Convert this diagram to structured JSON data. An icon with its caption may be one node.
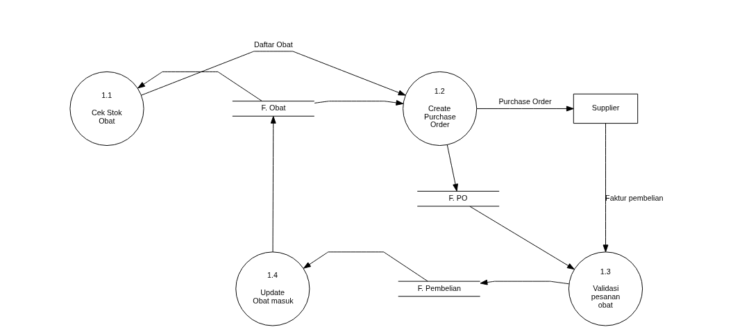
{
  "diagram": {
    "nodes": [
      {
        "text": [
          "1.1",
          "Cek Stok Obat"
        ]
      },
      {
        "text": [
          "F. Obat"
        ]
      },
      {
        "text": [
          "1.2",
          "Create Purchase Order"
        ]
      },
      {
        "text": [
          "Supplier"
        ]
      },
      {
        "text": [
          "F. PO"
        ]
      },
      {
        "text": [
          "1.3",
          "Validasi pesanan obat"
        ]
      },
      {
        "text": [
          "F. Pembelian"
        ]
      },
      {
        "text": [
          "1.4",
          "Update Obat masuk"
        ]
      }
    ],
    "edges": [
      {
        "from": 0,
        "to": 2,
        "arrow": "to",
        "label": "Daftar Obat"
      },
      {
        "from": 1,
        "to": 0,
        "arrow": "to"
      },
      {
        "from": 1,
        "to": 2,
        "arrow": "to"
      },
      {
        "from": 2,
        "to": 3,
        "arrow": "to",
        "label": "Purchase Order"
      },
      {
        "from": 2,
        "to": 4,
        "arrow": "to"
      },
      {
        "from": 4,
        "to": 5,
        "arrow": "to"
      },
      {
        "from": 3,
        "to": 5,
        "arrow": "to",
        "label": "Faktur pembelian"
      },
      {
        "from": 5,
        "to": 6,
        "arrow": "to"
      },
      {
        "from": 6,
        "to": 7,
        "arrow": "to"
      },
      {
        "from": 7,
        "to": 1,
        "arrow": "to"
      }
    ]
  }
}
